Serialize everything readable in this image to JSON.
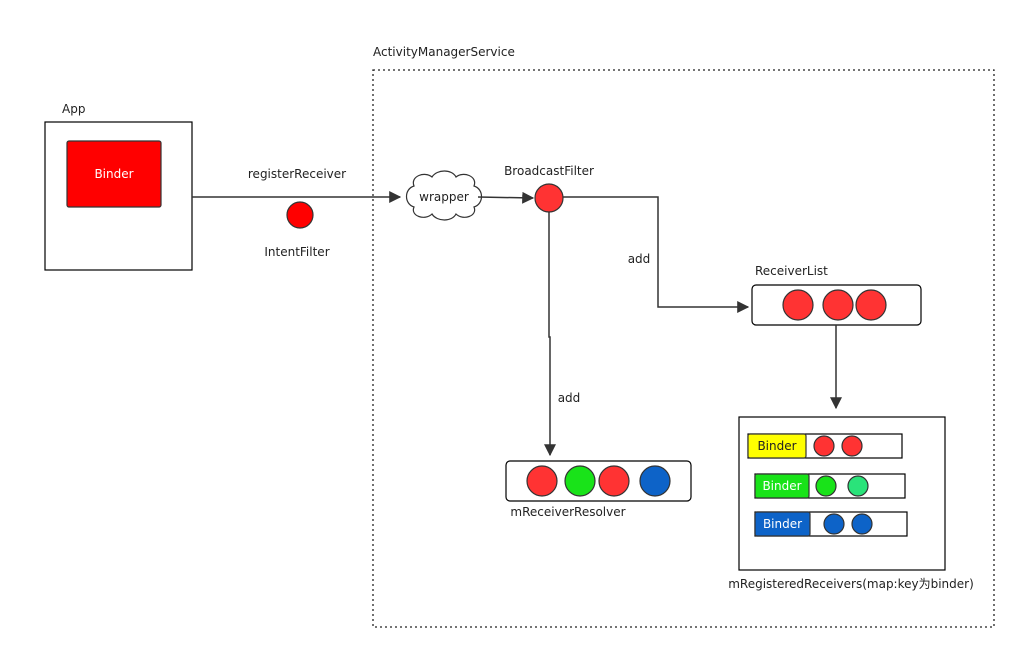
{
  "colors": {
    "red": "#ff3333",
    "binder_red": "#ff0000",
    "green": "#19e319",
    "light_green": "#2ae37a",
    "blue": "#0d63c8",
    "yellow": "#ffff00",
    "stroke": "#333333"
  },
  "app": {
    "title": "App",
    "binder_label": "Binder"
  },
  "ams": {
    "title": "ActivityManagerService"
  },
  "flow": {
    "register_label": "registerReceiver",
    "intent_filter_label": "IntentFilter",
    "wrapper_label": "wrapper",
    "broadcast_filter_label": "BroadcastFilter",
    "add_label_right": "add",
    "add_label_down": "add"
  },
  "receiver_list": {
    "title": "ReceiverList",
    "items": [
      "red",
      "red",
      "red"
    ]
  },
  "receiver_resolver": {
    "title": "mReceiverResolver",
    "items": [
      "red",
      "green",
      "red",
      "blue"
    ]
  },
  "registered_receivers": {
    "title": "mRegisteredReceivers(map:key为binder)",
    "rows": [
      {
        "label": "Binder",
        "color": "yellow",
        "items": [
          "red",
          "red"
        ]
      },
      {
        "label": "Binder",
        "color": "green",
        "items": [
          "green",
          "light_green"
        ]
      },
      {
        "label": "Binder",
        "color": "blue",
        "items": [
          "blue",
          "blue"
        ]
      }
    ]
  }
}
